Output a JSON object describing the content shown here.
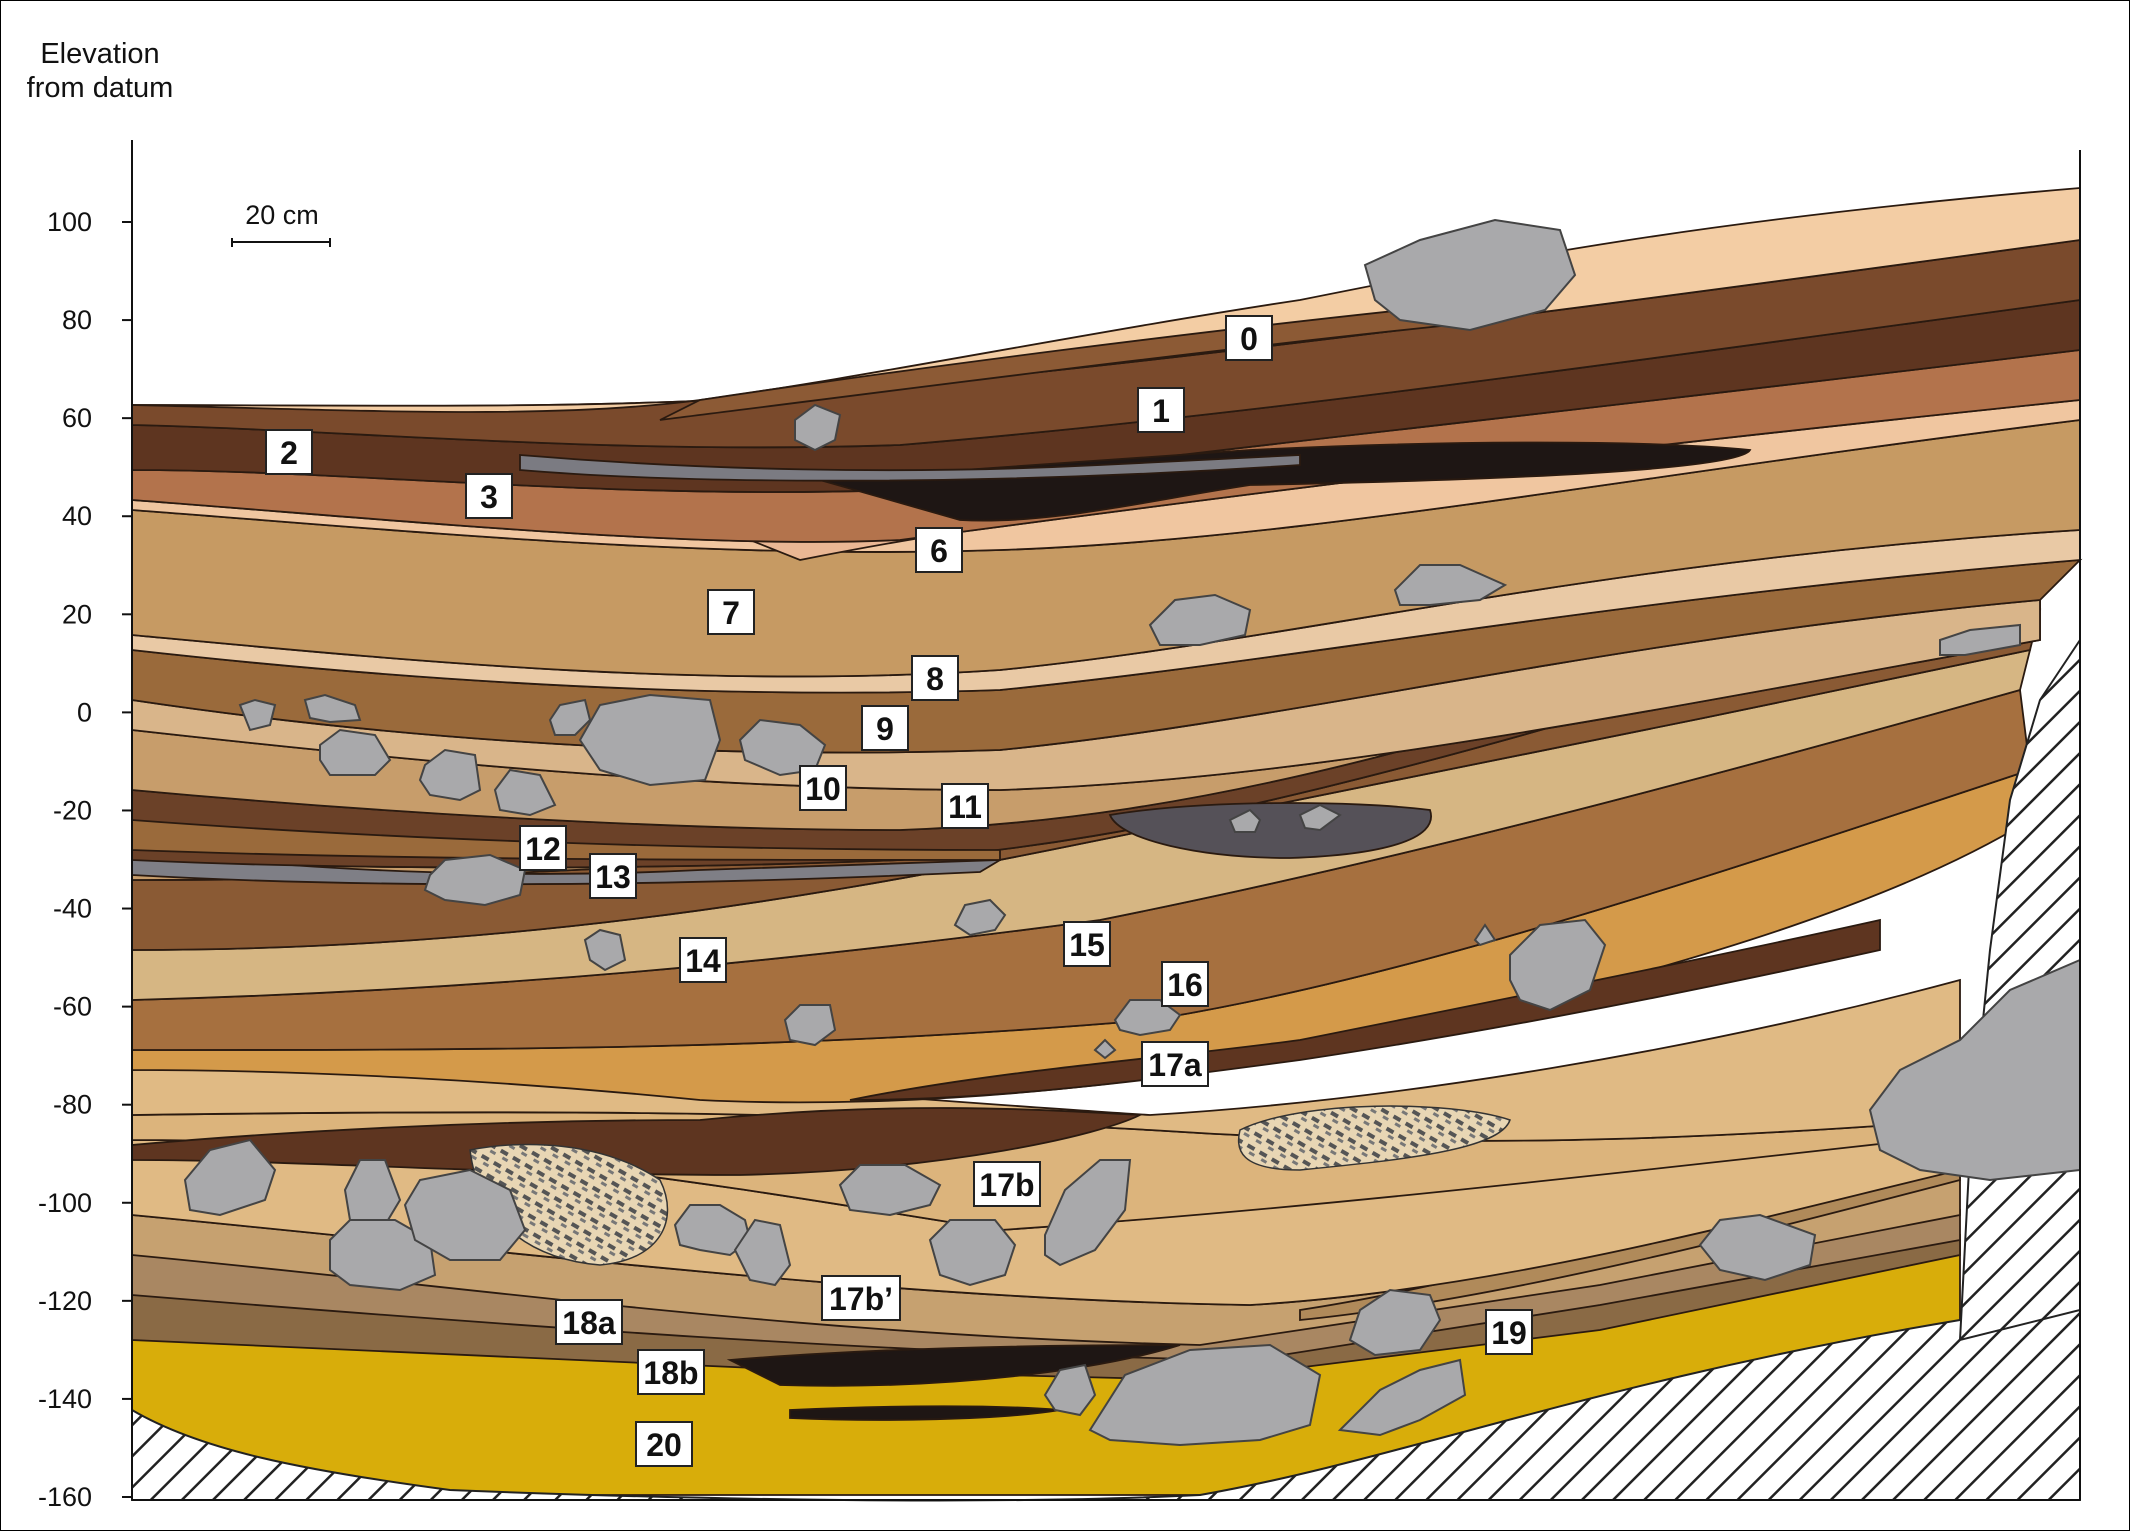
{
  "axis": {
    "title_line1": "Elevation",
    "title_line2": "from datum",
    "ticks": [
      100,
      80,
      60,
      40,
      20,
      0,
      -20,
      -40,
      -60,
      -80,
      -100,
      -120,
      -140,
      -160
    ]
  },
  "scale_bar": {
    "label": "20 cm"
  },
  "layers": [
    {
      "label": "0",
      "color": "#f3cda4"
    },
    {
      "label": "1",
      "color": "#7a4a2c"
    },
    {
      "label": "2",
      "color": "#5e3520"
    },
    {
      "label": "3",
      "color": "#b3734c"
    },
    {
      "label": "6",
      "color": "#f0c6a0"
    },
    {
      "label": "7",
      "color": "#c69a63"
    },
    {
      "label": "8",
      "color": "#e9c9a5"
    },
    {
      "label": "9",
      "color": "#9a6a3b"
    },
    {
      "label": "10",
      "color": "#d9b58a"
    },
    {
      "label": "11",
      "color": "#c79d6b"
    },
    {
      "label": "12",
      "color": "#6b4128"
    },
    {
      "label": "13",
      "color": "#7f7f86"
    },
    {
      "label": "14",
      "color": "#8a5a34"
    },
    {
      "label": "15",
      "color": "#d6b683"
    },
    {
      "label": "16",
      "color": "#a6703f"
    },
    {
      "label": "17a",
      "color": "#d49a4a"
    },
    {
      "label": "17b",
      "color": "#e0ba84"
    },
    {
      "label": "17b’",
      "color": "#c6a170"
    },
    {
      "label": "18a",
      "color": "#a98762"
    },
    {
      "label": "18b",
      "color": "#8a6a45"
    },
    {
      "label": "19",
      "color": "#b08a5a"
    },
    {
      "label": "20",
      "color": "#d8ad0a"
    }
  ],
  "colors": {
    "rock": "#a9a9ab",
    "charcoal": "#1e1614",
    "ash": "#7b7b82",
    "bedrock_hatch": "#222222"
  }
}
